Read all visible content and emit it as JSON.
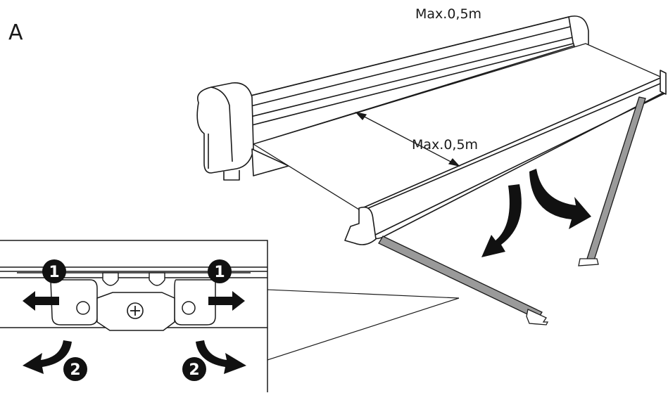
{
  "figure_label": "A",
  "dimensions": {
    "top": "Max.0,5m",
    "middle": "Max.0,5m"
  },
  "steps": {
    "release_left": "1",
    "release_right": "1",
    "rotate_left": "2",
    "rotate_right": "2"
  },
  "colors": {
    "line": "#1a1a1a",
    "arm_fill": "#9a9a9a",
    "badge_fill": "#111111"
  },
  "icons": [
    "arrow-left-icon",
    "arrow-right-icon",
    "curved-arrow-icon",
    "screw-icon"
  ]
}
